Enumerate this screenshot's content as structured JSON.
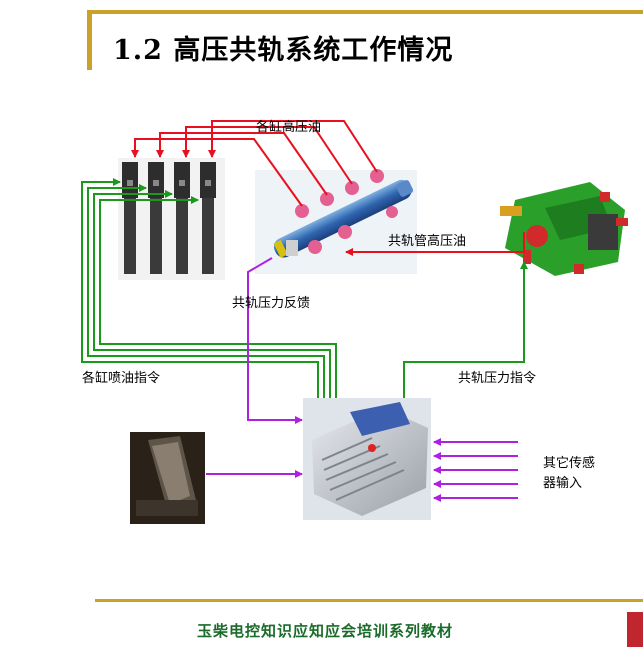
{
  "title": "1.2 高压共轨系统工作情况",
  "labels": {
    "cylinder_high_pressure_oil": "各缸高压油",
    "rail_high_pressure_oil": "共轨管高压油",
    "rail_pressure_feedback": "共轨压力反馈",
    "cylinder_injection_command": "各缸喷油指令",
    "rail_pressure_command": "共轨压力指令",
    "other_sensors_line1": "其它传感",
    "other_sensors_line2": "器输入"
  },
  "footer": "玉柴电控知识应知应会培训系列教材",
  "colors": {
    "high_pressure": "#e8101f",
    "control": "#1a9a1a",
    "feedback": "#b020e0",
    "accent_gold": "#c9a227"
  }
}
